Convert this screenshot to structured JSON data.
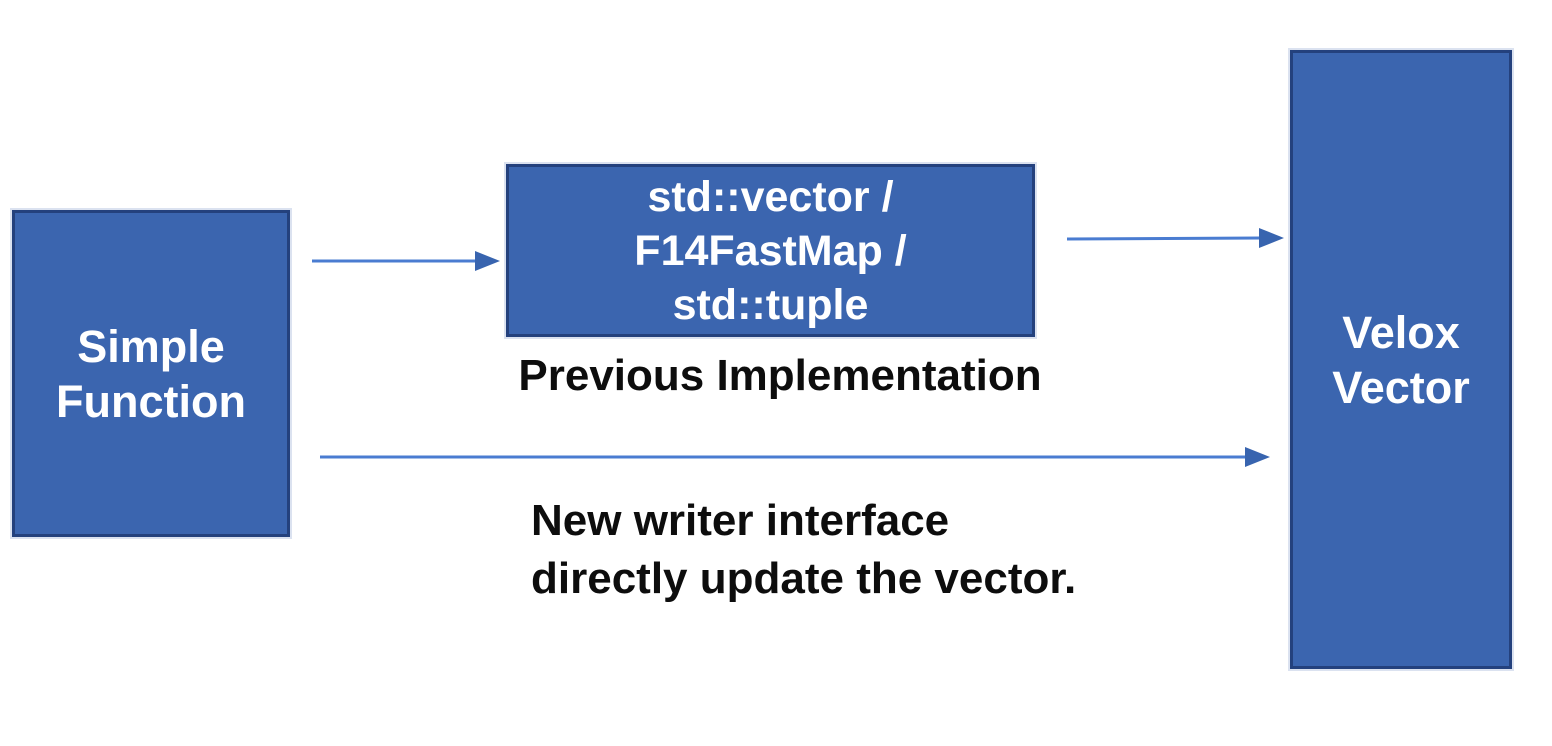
{
  "diagram": {
    "background_color": "#ffffff",
    "colors": {
      "node_fill": "#3b65af",
      "node_border": "#24417d",
      "node_text": "#ffffff",
      "arrow_line": "#4a7cd1",
      "arrow_head": "#3864af",
      "caption_text": "#0d0d0d"
    },
    "nodes": [
      {
        "id": "simple-function",
        "label": "Simple\nFunction"
      },
      {
        "id": "intermediate-structures",
        "label": "std::vector /\nF14FastMap /\nstd::tuple"
      },
      {
        "id": "velox-vector",
        "label": "Velox\nVector"
      }
    ],
    "captions": [
      {
        "id": "previous-implementation",
        "text": "Previous Implementation"
      },
      {
        "id": "new-writer-interface",
        "text": "New writer interface\ndirectly update the vector."
      }
    ],
    "edges": [
      {
        "from": "simple-function",
        "to": "intermediate-structures",
        "label": ""
      },
      {
        "from": "intermediate-structures",
        "to": "velox-vector",
        "label": ""
      },
      {
        "from": "simple-function",
        "to": "velox-vector",
        "label": "New writer interface directly update the vector."
      }
    ]
  }
}
